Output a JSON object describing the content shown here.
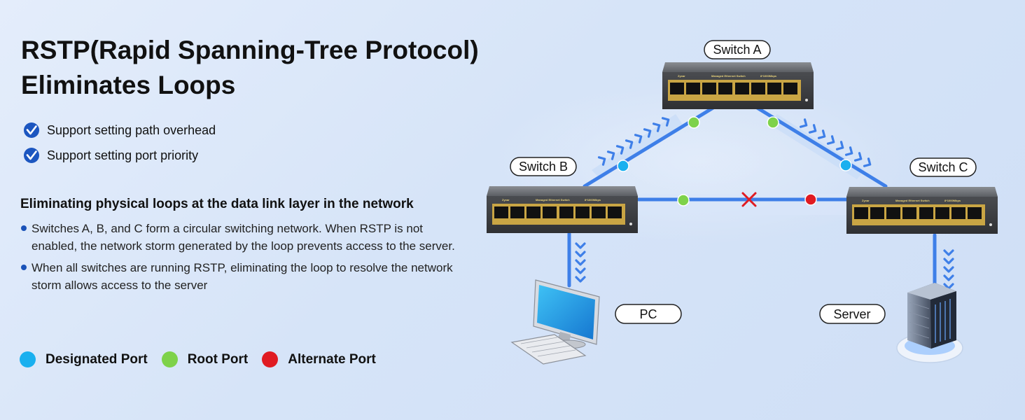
{
  "title": {
    "line1": "RSTP(Rapid Spanning-Tree Protocol)",
    "line2": "Eliminates Loops"
  },
  "features": [
    {
      "label": "Support setting path overhead",
      "icon": "check-circle-icon"
    },
    {
      "label": "Support setting port priority",
      "icon": "check-circle-icon"
    }
  ],
  "section": {
    "heading": "Eliminating physical loops at the data link layer in the network",
    "bullets": [
      "Switches A, B, and C form a circular switching network. When RSTP is not enabled, the network storm generated by the loop prevents access to the server.",
      "When all switches are running RSTP, eliminating the loop to resolve the network storm allows access to the server"
    ]
  },
  "legend": [
    {
      "label": "Designated Port",
      "color": "#1ab0ef"
    },
    {
      "label": "Root Port",
      "color": "#7ed24a"
    },
    {
      "label": "Alternate Port",
      "color": "#e01b22"
    }
  ],
  "diagram": {
    "switch_a": "Switch A",
    "switch_b": "Switch B",
    "switch_c": "Switch C",
    "pc": "PC",
    "server": "Server",
    "switch_brand": "Zyxar",
    "switch_model": "Managed Ethernet Switch",
    "switch_speed": "8*1000Mbps",
    "blocked_icon": "red-x-icon",
    "colors": {
      "link": "#3e7fe8",
      "designated": "#1ab0ef",
      "root": "#7ed24a",
      "alternate": "#e01b22"
    }
  }
}
